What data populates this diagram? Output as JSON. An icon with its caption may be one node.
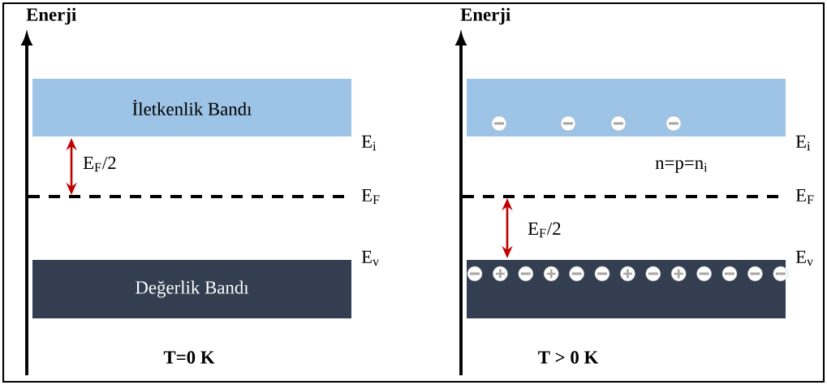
{
  "diagram": {
    "nodes": [
      {
        "text": [
          "İletkenlik Bandı"
        ]
      },
      {
        "text": [
          "Değerlik Bandı"
        ]
      },
      {
        "text": [],
        "shape": "bar"
      },
      {
        "text": [],
        "shape": "bar"
      }
    ],
    "labels": [
      "Enerji",
      "E$_{i}$",
      "E$_{F}$/2",
      "E$_{F}$",
      "E$_{v}$",
      "T=0 K",
      "Enerji",
      "E$_{i}$",
      "n=p=n$_{i}$",
      "E$_{F}$",
      "E$_{F}$/2",
      "E$_{v}$",
      "T > 0 K"
    ]
  }
}
